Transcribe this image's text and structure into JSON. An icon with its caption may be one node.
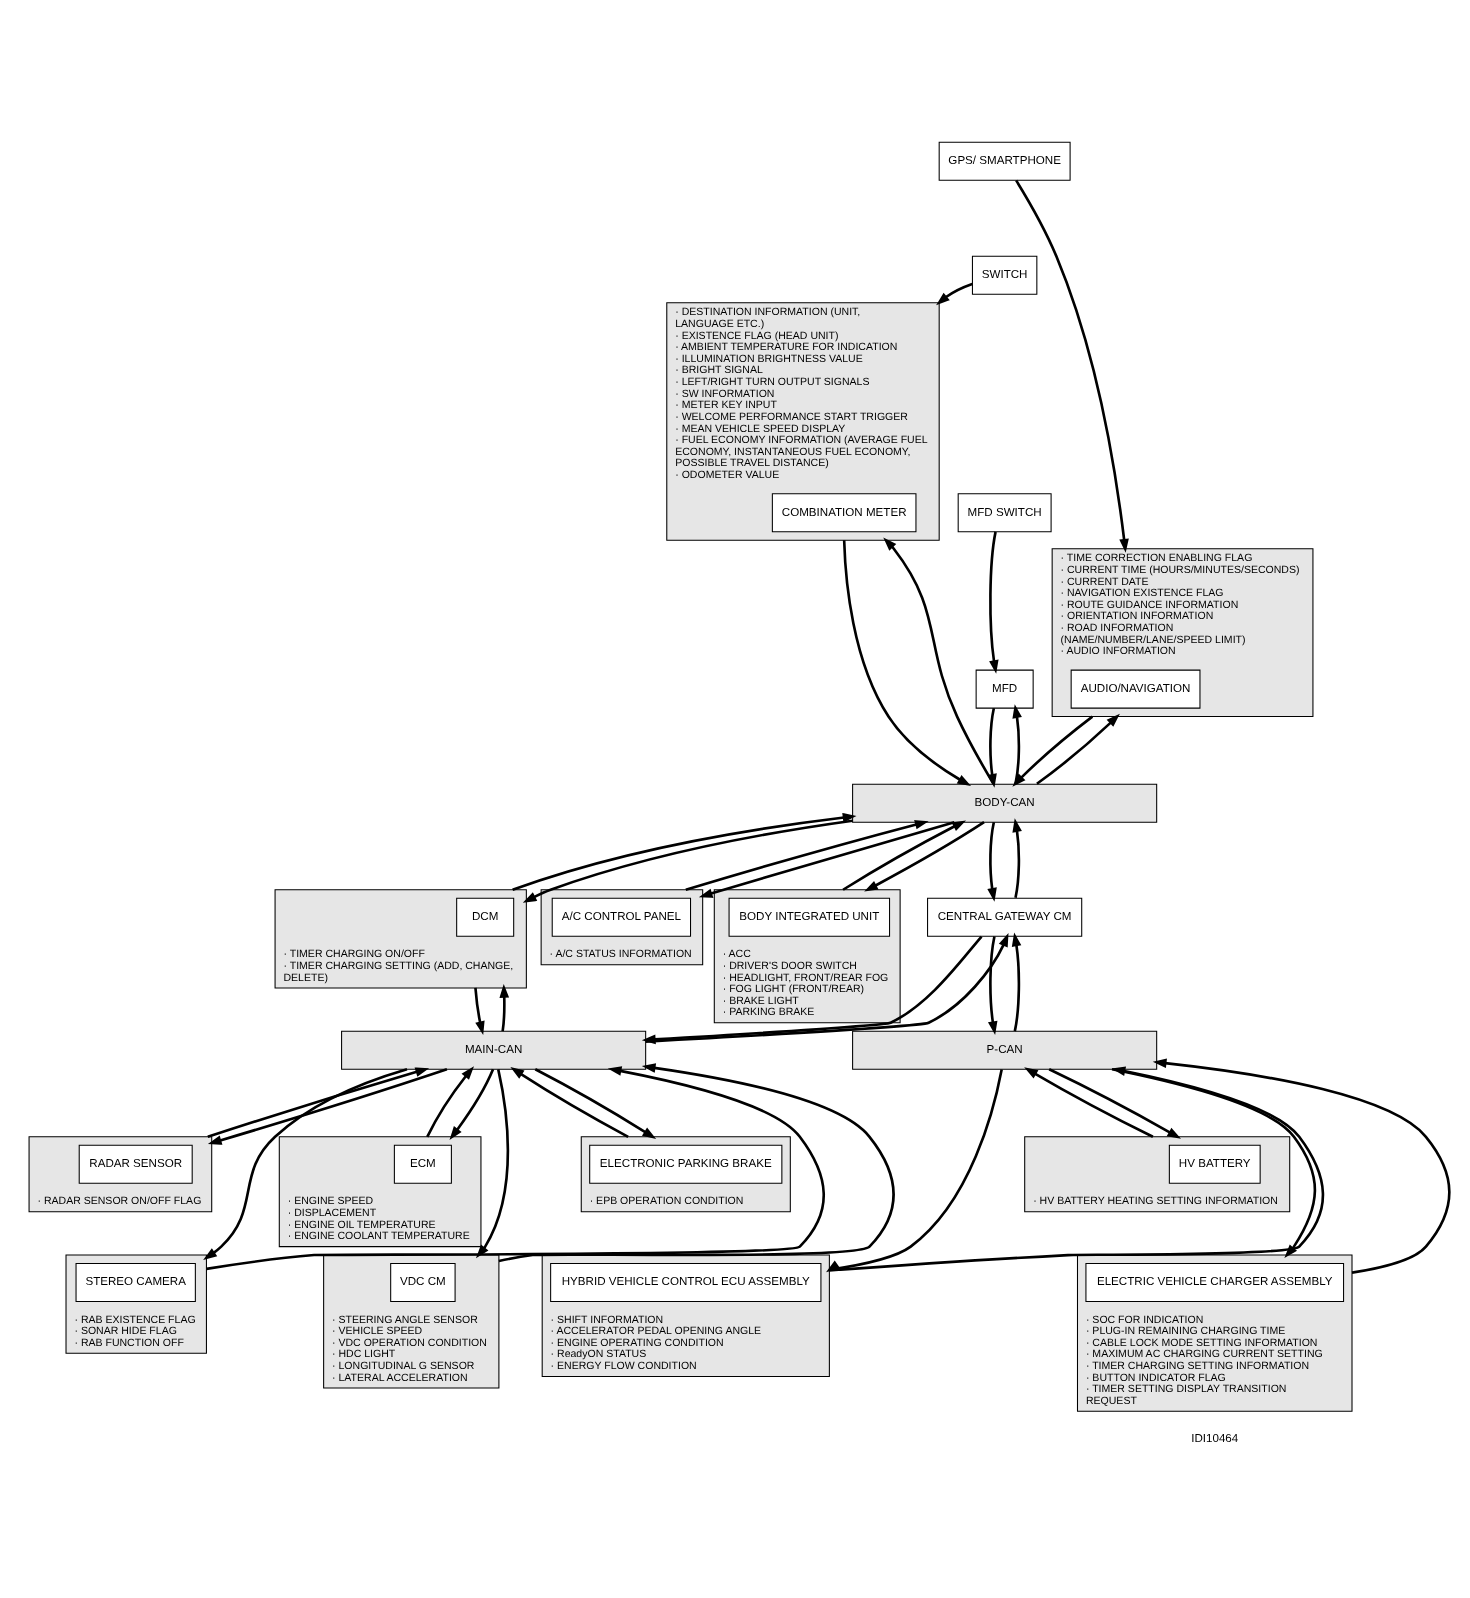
{
  "diagram": {
    "nodes": [
      {
        "text": [
          "· DESTINATION INFORMATION (UNIT, LANGUAGE ETC.)",
          "· EXISTENCE FLAG (HEAD UNIT)",
          "· AMBIENT TEMPERATURE FOR INDICATION",
          "· ILLUMINATION BRIGHTNESS VALUE",
          "· BRIGHT SIGNAL",
          "· LEFT/RIGHT TURN OUTPUT SIGNALS",
          "· SW INFORMATION",
          "· METER KEY INPUT",
          "· WELCOME PERFORMANCE START TRIGGER",
          "· MEAN VEHICLE SPEED DISPLAY",
          "· FUEL ECONOMY INFORMATION (AVERAGE FUEL ECONOMY, INSTANTANEOUS FUEL ECONOMY, POSSIBLE TRAVEL DISTANCE)",
          "· ODOMETER VALUE"
        ]
      },
      {
        "text": [
          "COMBINATION METER"
        ],
        "in": 0
      },
      {
        "text": [
          "GPS/ SMARTPHONE"
        ]
      },
      {
        "text": [
          "SWITCH"
        ]
      },
      {
        "text": [
          "MFD SWITCH"
        ]
      },
      {
        "text": [
          "MFD"
        ]
      },
      {
        "text": [
          "· TIME CORRECTION ENABLING FLAG",
          "· CURRENT TIME (HOURS/MINUTES/SECONDS)",
          "· CURRENT DATE",
          "· NAVIGATION EXISTENCE FLAG",
          "· ROUTE GUIDANCE INFORMATION",
          "· ORIENTATION INFORMATION",
          "· ROAD INFORMATION (NAME/NUMBER/LANE/SPEED LIMIT)",
          "· AUDIO INFORMATION"
        ]
      },
      {
        "text": [
          "AUDIO/NAVIGATION"
        ],
        "in": 6
      },
      {
        "text": [
          "BODY-CAN"
        ]
      },
      {
        "text": [
          "· TIMER CHARGING ON/OFF",
          "· TIMER CHARGING SETTING (ADD, CHANGE, DELETE)"
        ]
      },
      {
        "text": [
          "DCM"
        ],
        "in": 9
      },
      {
        "text": [
          "· A/C STATUS INFORMATION"
        ]
      },
      {
        "text": [
          "A/C CONTROL PANEL"
        ],
        "in": 11
      },
      {
        "text": [
          "· ACC",
          "· DRIVER'S DOOR SWITCH",
          "· HEADLIGHT, FRONT/REAR FOG",
          "· FOG LIGHT (FRONT/REAR)",
          "· BRAKE LIGHT",
          "· PARKING BRAKE"
        ]
      },
      {
        "text": [
          "BODY INTEGRATED UNIT"
        ],
        "in": 13
      },
      {
        "text": [
          "CENTRAL GATEWAY CM"
        ]
      },
      {
        "text": [
          "MAIN-CAN"
        ]
      },
      {
        "text": [
          "P-CAN"
        ]
      },
      {
        "text": [
          "· RADAR SENSOR ON/OFF FLAG"
        ]
      },
      {
        "text": [
          "RADAR SENSOR"
        ],
        "in": 18
      },
      {
        "text": [
          "· ENGINE SPEED",
          "· DISPLACEMENT",
          "· ENGINE OIL TEMPERATURE",
          "· ENGINE COOLANT TEMPERATURE"
        ]
      },
      {
        "text": [
          "ECM"
        ],
        "in": 20
      },
      {
        "text": [
          "· EPB OPERATION CONDITION"
        ]
      },
      {
        "text": [
          "ELECTRONIC PARKING BRAKE"
        ],
        "in": 22
      },
      {
        "text": [
          "· HV BATTERY HEATING SETTING INFORMATION"
        ]
      },
      {
        "text": [
          "HV BATTERY"
        ],
        "in": 24
      },
      {
        "text": [
          "· RAB EXISTENCE FLAG",
          "· SONAR HIDE FLAG",
          "· RAB FUNCTION OFF"
        ]
      },
      {
        "text": [
          "STEREO CAMERA"
        ],
        "in": 26
      },
      {
        "text": [
          "· STEERING ANGLE SENSOR",
          "· VEHICLE SPEED",
          "· VDC OPERATION CONDITION",
          "· HDC LIGHT",
          "· LONGITUDINAL G SENSOR",
          "· LATERAL ACCELERATION"
        ]
      },
      {
        "text": [
          "VDC CM"
        ],
        "in": 28
      },
      {
        "text": [
          "· SHIFT INFORMATION",
          "· ACCELERATOR PEDAL OPENING ANGLE",
          "· ENGINE OPERATING CONDITION",
          "· ReadyON STATUS",
          "· ENERGY FLOW CONDITION"
        ]
      },
      {
        "text": [
          "HYBRID VEHICLE CONTROL ECU ASSEMBLY"
        ],
        "in": 30
      },
      {
        "text": [
          "· SOC FOR INDICATION",
          "· PLUG-IN REMAINING CHARGING TIME",
          "· CABLE LOCK MODE SETTING INFORMATION",
          "· MAXIMUM AC CHARGING CURRENT SETTING",
          "· TIMER CHARGING SETTING INFORMATION",
          "· BUTTON INDICATOR FLAG",
          "· TIMER SETTING DISPLAY TRANSITION REQUEST"
        ]
      },
      {
        "text": [
          "ELECTRIC VEHICLE CHARGER ASSEMBLY"
        ],
        "in": 32
      }
    ],
    "edges": [
      {
        "from": 2,
        "to": 6,
        "arrow": "to"
      },
      {
        "from": 3,
        "to": 0,
        "arrow": "to"
      },
      {
        "from": 4,
        "to": 5,
        "arrow": "to"
      },
      {
        "from": 0,
        "to": 8,
        "arrow": "to"
      },
      {
        "from": 8,
        "to": 0,
        "arrow": "to"
      },
      {
        "from": 5,
        "to": 8,
        "arrow": "to"
      },
      {
        "from": 8,
        "to": 5,
        "arrow": "to"
      },
      {
        "from": 6,
        "to": 8,
        "arrow": "to"
      },
      {
        "from": 8,
        "to": 6,
        "arrow": "to"
      },
      {
        "from": 8,
        "to": 9,
        "arrow": "to"
      },
      {
        "from": 9,
        "to": 8,
        "arrow": "to"
      },
      {
        "from": 8,
        "to": 11,
        "arrow": "to"
      },
      {
        "from": 11,
        "to": 8,
        "arrow": "to"
      },
      {
        "from": 8,
        "to": 15,
        "arrow": "to"
      },
      {
        "from": 15,
        "to": 8,
        "arrow": "to"
      },
      {
        "from": 8,
        "to": 13,
        "arrow": "to"
      },
      {
        "from": 13,
        "to": 8,
        "arrow": "to"
      },
      {
        "from": 9,
        "to": 16,
        "arrow": "to"
      },
      {
        "from": 16,
        "to": 9,
        "arrow": "to"
      },
      {
        "from": 15,
        "to": 16,
        "arrow": "to"
      },
      {
        "from": 16,
        "to": 15,
        "arrow": "to"
      },
      {
        "from": 15,
        "to": 17,
        "arrow": "to"
      },
      {
        "from": 17,
        "to": 15,
        "arrow": "to"
      },
      {
        "from": 16,
        "to": 18,
        "arrow": "to"
      },
      {
        "from": 18,
        "to": 16,
        "arrow": "to"
      },
      {
        "from": 16,
        "to": 26,
        "arrow": "to"
      },
      {
        "from": 26,
        "to": 16,
        "arrow": "to"
      },
      {
        "from": 16,
        "to": 20,
        "arrow": "to"
      },
      {
        "from": 20,
        "to": 16,
        "arrow": "to"
      },
      {
        "from": 16,
        "to": 28,
        "arrow": "to"
      },
      {
        "from": 28,
        "to": 16,
        "arrow": "to"
      },
      {
        "from": 16,
        "to": 22,
        "arrow": "to"
      },
      {
        "from": 22,
        "to": 16,
        "arrow": "to"
      },
      {
        "from": 17,
        "to": 30,
        "arrow": "to"
      },
      {
        "from": 30,
        "to": 17,
        "arrow": "to"
      },
      {
        "from": 17,
        "to": 32,
        "arrow": "to"
      },
      {
        "from": 32,
        "to": 17,
        "arrow": "to"
      },
      {
        "from": 17,
        "to": 24,
        "arrow": "to"
      },
      {
        "from": 24,
        "to": 17,
        "arrow": "to"
      }
    ],
    "labels": [
      "IDI10464"
    ]
  }
}
